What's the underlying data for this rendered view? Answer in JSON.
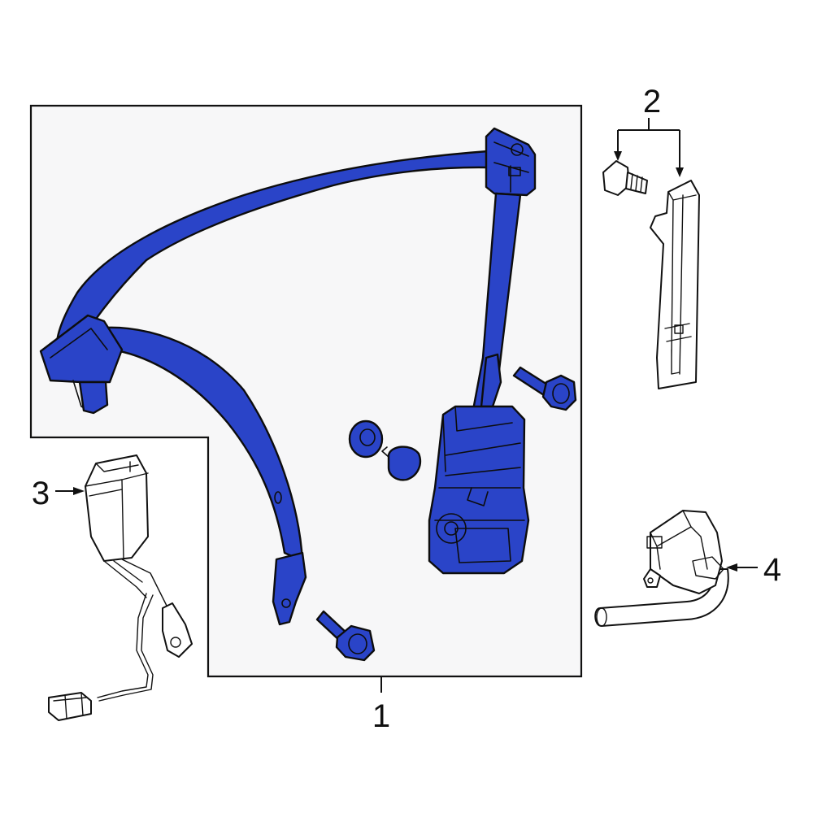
{
  "colors": {
    "highlight": "#2a44c8",
    "line": "#111111",
    "box_fill": "#f7f7f8"
  },
  "callouts": {
    "c1": "1",
    "c2": "2",
    "c3": "3",
    "c4": "4"
  }
}
